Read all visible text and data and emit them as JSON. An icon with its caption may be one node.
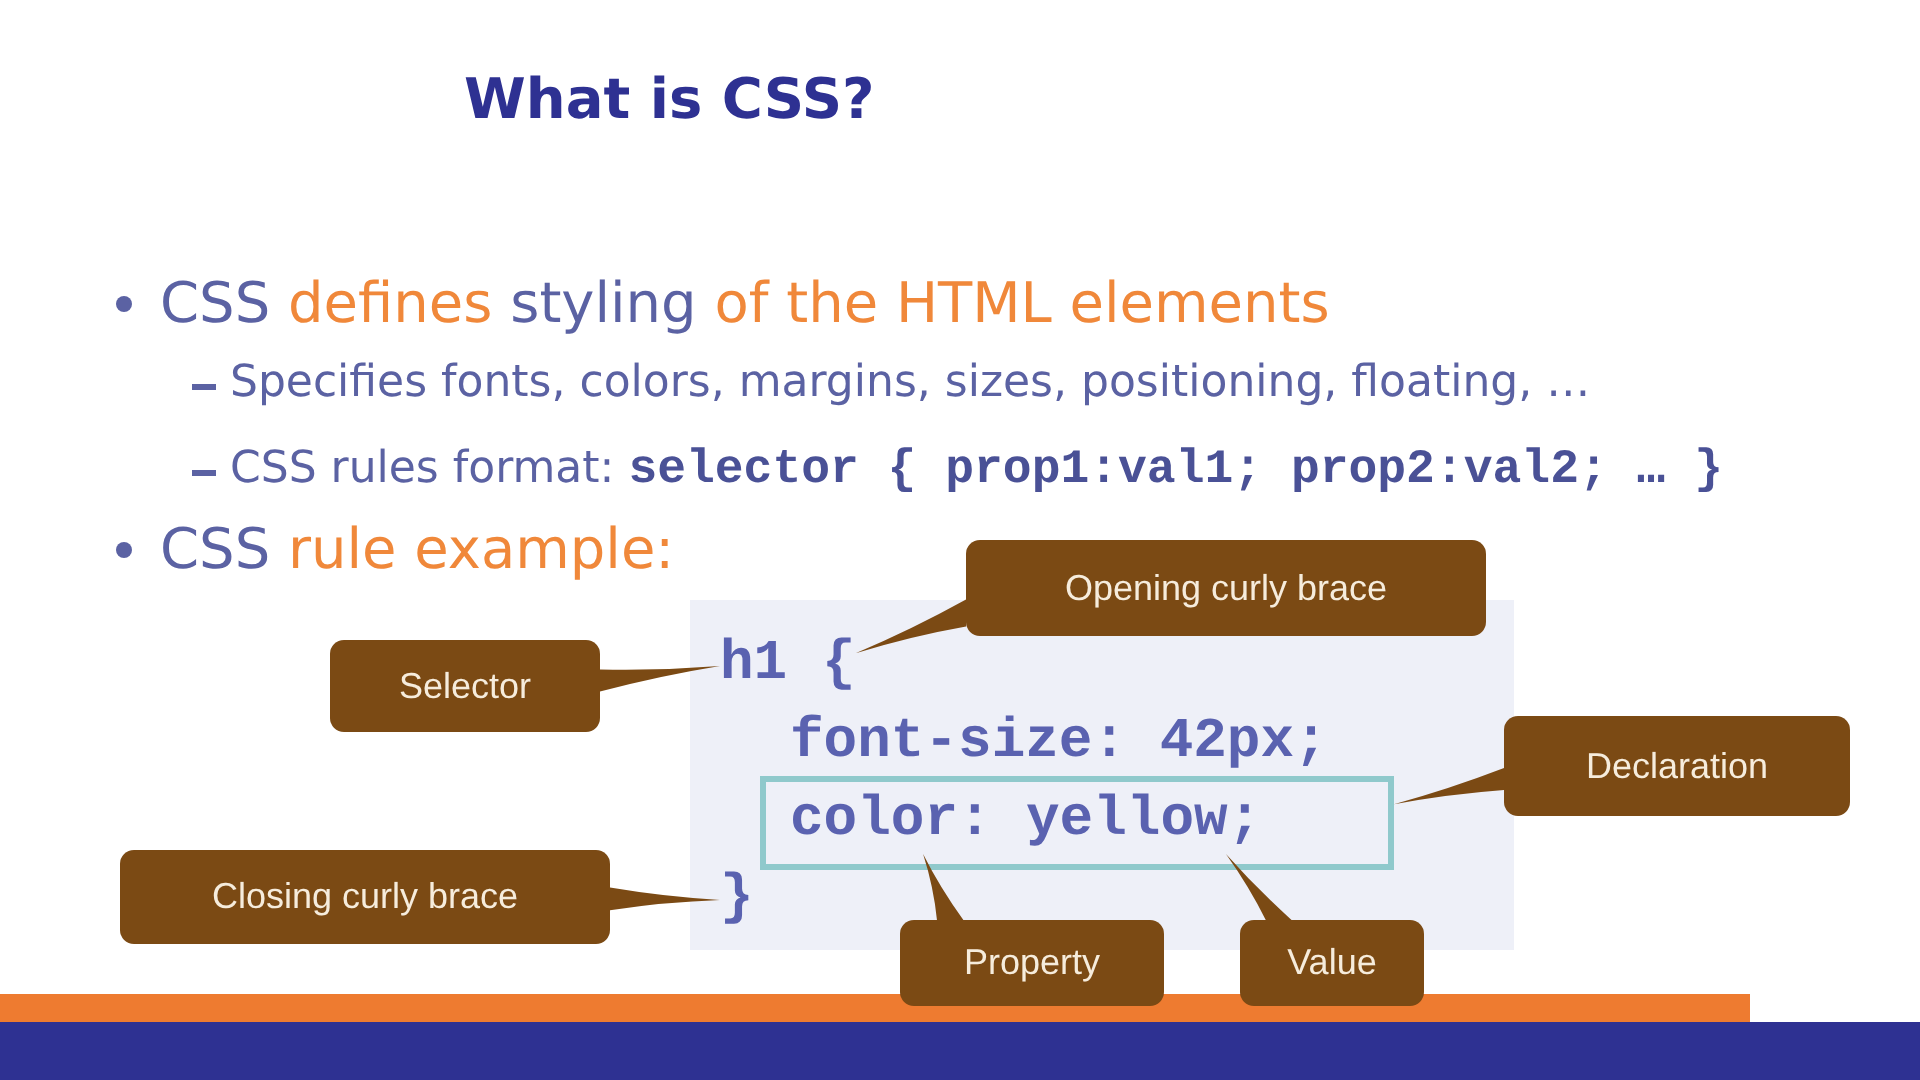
{
  "diagram": {
    "title": "What is CSS?",
    "nodes": [
      {
        "text": [
          "font-size: 42px;"
        ]
      },
      {
        "text": [
          "h1"
        ],
        "in": 0
      },
      {
        "text": [
          "{"
        ],
        "in": 0
      },
      {
        "text": [],
        "shape": "box",
        "in": 0
      },
      {
        "text": [
          "color:"
        ],
        "in": 3
      },
      {
        "text": [
          "yellow;"
        ],
        "in": 3
      },
      {
        "text": [
          "}"
        ],
        "in": 0
      },
      {
        "text": [
          "Opening curly brace"
        ]
      },
      {
        "text": [
          "Selector"
        ]
      },
      {
        "text": [
          "Declaration"
        ]
      },
      {
        "text": [
          "Closing curly brace"
        ]
      },
      {
        "text": [
          "Property"
        ]
      },
      {
        "text": [
          "Value"
        ]
      }
    ],
    "edges": [
      {
        "from": 7,
        "to": 2,
        "arrow": "none"
      },
      {
        "from": 8,
        "to": 1,
        "arrow": "none"
      },
      {
        "from": 9,
        "to": 3,
        "arrow": "none"
      },
      {
        "from": 10,
        "to": 6,
        "arrow": "none"
      },
      {
        "from": 11,
        "to": 4,
        "arrow": "none"
      },
      {
        "from": 12,
        "to": 5,
        "arrow": "none"
      }
    ],
    "labels": [
      "CSS **defines** styling **of the HTML elements**",
      "Specifies fonts, colors, margins, sizes, positioning, floating, …",
      "CSS rules format: **selector { prop1:val1; prop2:val2; … }**",
      "CSS **rule example:**"
    ]
  }
}
